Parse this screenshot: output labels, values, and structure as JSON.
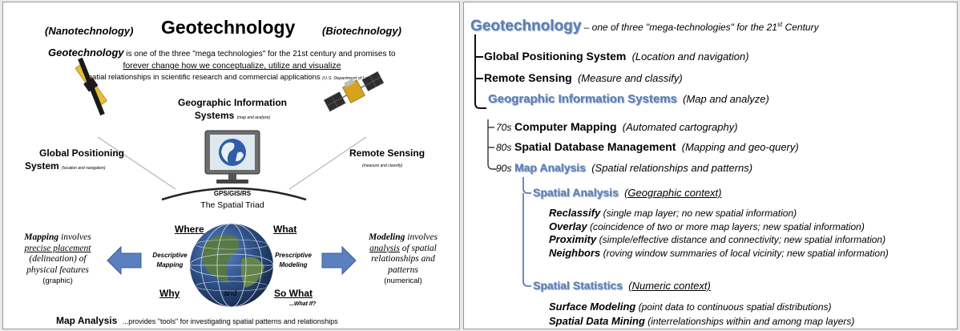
{
  "left": {
    "nano": "(Nanotechnology)",
    "title": "Geotechnology",
    "bio": "(Biotechnology)",
    "intro": {
      "term": "Geotechnology",
      "line1_rest": "is one of the three \"mega technologies\" for the 21st century and promises to",
      "line2": "forever change how we conceptualize, utilize and visualize",
      "line3": "spatial relationships in scientific research and commercial applications",
      "source": "(U.S. Department of Labor)"
    },
    "gis": {
      "line1": "Geographic Information",
      "line2": "Systems",
      "small": "(map and analyze)"
    },
    "gps": {
      "line1": "Global Positioning",
      "line2": "System",
      "small": "(location and navigation)"
    },
    "rs": {
      "line1": "Remote Sensing",
      "small": "(measure and classify)"
    },
    "triad": {
      "label": "GPS/GIS/RS",
      "caption": "The Spatial Triad"
    },
    "where": "Where",
    "what": "What",
    "why": "Why",
    "and": "and",
    "sowhat": "So What",
    "whatif": "...What If?",
    "descriptive": {
      "line1": "Descriptive",
      "line2": "Mapping"
    },
    "prescriptive": {
      "line1": "Prescriptive",
      "line2": "Modeling"
    },
    "mapping": {
      "l1a": "Mapping",
      "l1b": "involves",
      "l2": "precise placement",
      "l3": "(delineation) of",
      "l4": "physical features",
      "l5": "(graphic)"
    },
    "modeling": {
      "l1a": "Modeling",
      "l1b": "involves",
      "l2a": "analysis",
      "l2b": "of spatial",
      "l3": "relationships and",
      "l4": "patterns",
      "l5": "(numerical)"
    },
    "footer": {
      "a": "Map Analysis",
      "b": "...provides \"tools\" for investigating spatial patterns and relationships"
    }
  },
  "right": {
    "title": "Geotechnology",
    "title_rest_a": " – one of three \"mega-technologies\" for the 21",
    "title_sup": "st",
    "title_rest_b": " Century",
    "gps": {
      "label": "Global Positioning System",
      "note": "(Location and navigation)"
    },
    "rs": {
      "label": "Remote Sensing",
      "note": "(Measure and classify)"
    },
    "gis": {
      "label": "Geographic Information Systems",
      "note": "(Map and analyze)"
    },
    "cm": {
      "decade": "70s",
      "label": "Computer Mapping",
      "note": "(Automated cartography)"
    },
    "sdm": {
      "decade": "80s",
      "label": "Spatial Database Management",
      "note": "(Mapping and geo-query)"
    },
    "ma": {
      "decade": "90s",
      "label": "Map Analysis",
      "note": "(Spatial relationships and patterns)"
    },
    "sa": {
      "label": "Spatial Analysis",
      "note": "(Geographic context)"
    },
    "sa_items": [
      {
        "term": "Reclassify",
        "desc": " (single map layer; no new spatial information)"
      },
      {
        "term": "Overlay",
        "desc": " (coincidence of two or more map layers; new spatial information)"
      },
      {
        "term": "Proximity",
        "desc": " (simple/effective distance and connectivity; new spatial information)"
      },
      {
        "term": "Neighbors",
        "desc": " (roving window summaries of local vicinity; new spatial information)"
      }
    ],
    "ss": {
      "label": "Spatial Statistics",
      "note": "(Numeric context)"
    },
    "ss_items": [
      {
        "term": "Surface Modeling",
        "desc": " (point data to continuous spatial distributions)"
      },
      {
        "term": "Spatial Data Mining",
        "desc": " (interrelationships within and among map layers)"
      }
    ]
  }
}
